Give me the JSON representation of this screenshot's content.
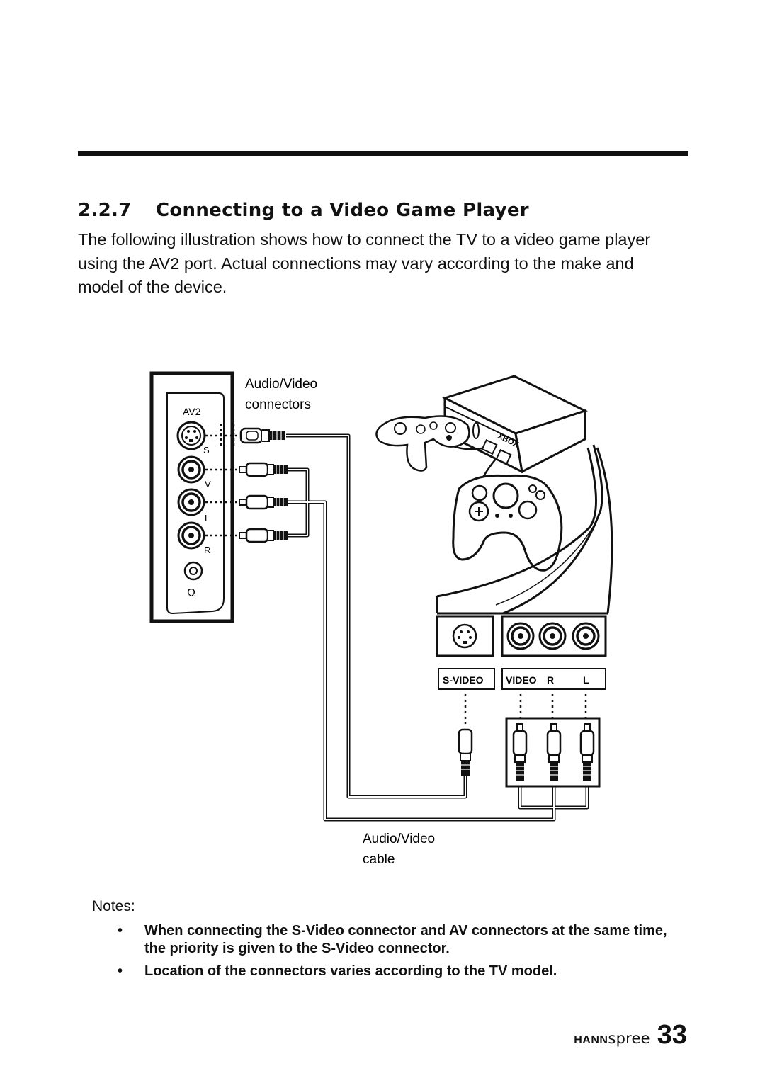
{
  "section": {
    "number": "2.2.7",
    "title": "Connecting to a Video Game Player"
  },
  "intro": "The following illustration shows how to connect the TV to a video game player using the AV2 port. Actual connections may vary according to the make and model of the device.",
  "diagram": {
    "av_connectors_label_1": "Audio/Video",
    "av_connectors_label_2": "connectors",
    "tv_panel_label": "AV2",
    "tv_port_s": "S",
    "tv_port_v": "V",
    "tv_port_l": "L",
    "tv_port_r": "R",
    "headphone_symbol": "Ω",
    "console_badge": "XBOX",
    "svideo_label": "S-VIDEO",
    "video_label": "VIDEO",
    "r_label": "R",
    "l_label": "L",
    "av_cable_label_1": "Audio/Video",
    "av_cable_label_2": "cable"
  },
  "notes": {
    "title": "Notes:",
    "items": [
      "When connecting the S-Video connector and AV connectors at the same time, the priority is given to the S-Video connector.",
      "Location of the connectors varies according to the TV model."
    ]
  },
  "footer": {
    "brand_bold": "HANN",
    "brand_light": "spree",
    "page_number": "33"
  }
}
